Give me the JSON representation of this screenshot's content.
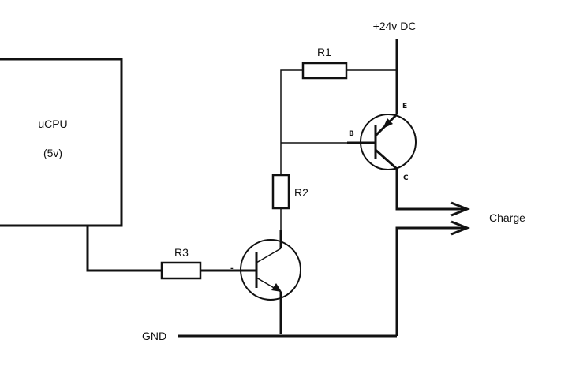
{
  "diagram": {
    "title": "Transistor charge switch circuit",
    "cpu": {
      "name": "uCPU",
      "voltage": "(5v)"
    },
    "supply": {
      "label": "+24v DC"
    },
    "ground": {
      "label": "GND"
    },
    "output": {
      "label": "Charge"
    },
    "resistors": [
      {
        "id": "R1",
        "label": "R1"
      },
      {
        "id": "R2",
        "label": "R2"
      },
      {
        "id": "R3",
        "label": "R3"
      }
    ],
    "transistors": [
      {
        "id": "Q1",
        "type": "PNP",
        "pins": {
          "emitter": "E",
          "base": "B",
          "collector": "C"
        }
      },
      {
        "id": "Q2",
        "type": "NPN",
        "base_mark": "-"
      }
    ],
    "connections": [
      "uCPU -> R3 -> Q2 base",
      "Q2 emitter -> GND",
      "Q2 collector -> R2 -> node(R1, Q1 base)",
      "R1 -> +24v DC",
      "+24v DC -> Q1 emitter",
      "Q1 collector -> Charge +",
      "GND -> Charge -"
    ]
  }
}
